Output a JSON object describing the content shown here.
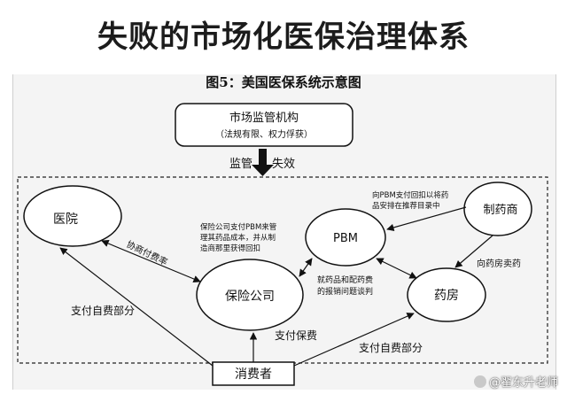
{
  "slide_title": "失败的市场化医保治理体系",
  "figure_caption": "图5：美国医保系统示意图",
  "regulator": {
    "title": "市场监管机构",
    "subtitle": "（法规有限、权力俘获）"
  },
  "regulation_arrow": {
    "left_label": "监管",
    "right_label": "失效"
  },
  "nodes": {
    "hospital": "医院",
    "pbm": "PBM",
    "manufacturer": "制药商",
    "insurer": "保险公司",
    "pharmacy": "药房",
    "consumer": "消费者"
  },
  "edge_labels": {
    "negotiated_fees": "协商付费率",
    "insurer_pbm_1": "保险公司支付PBM来管",
    "insurer_pbm_2": "理其药品成本，并从制",
    "insurer_pbm_3": "造商那里获得回扣",
    "pbm_manufacturer_1": "向PBM支付回扣以将药",
    "pbm_manufacturer_2": "品安排在推荐目录中",
    "manufacturer_pharmacy": "向药房卖药",
    "pbm_pharmacy_1": "就药品和配药费",
    "pbm_pharmacy_2": "的报销问题谈判",
    "consumer_hospital": "支付自费部分",
    "consumer_insurer": "支付保费",
    "consumer_pharmacy": "支付自费部分"
  },
  "watermark": "@翟东升老师"
}
